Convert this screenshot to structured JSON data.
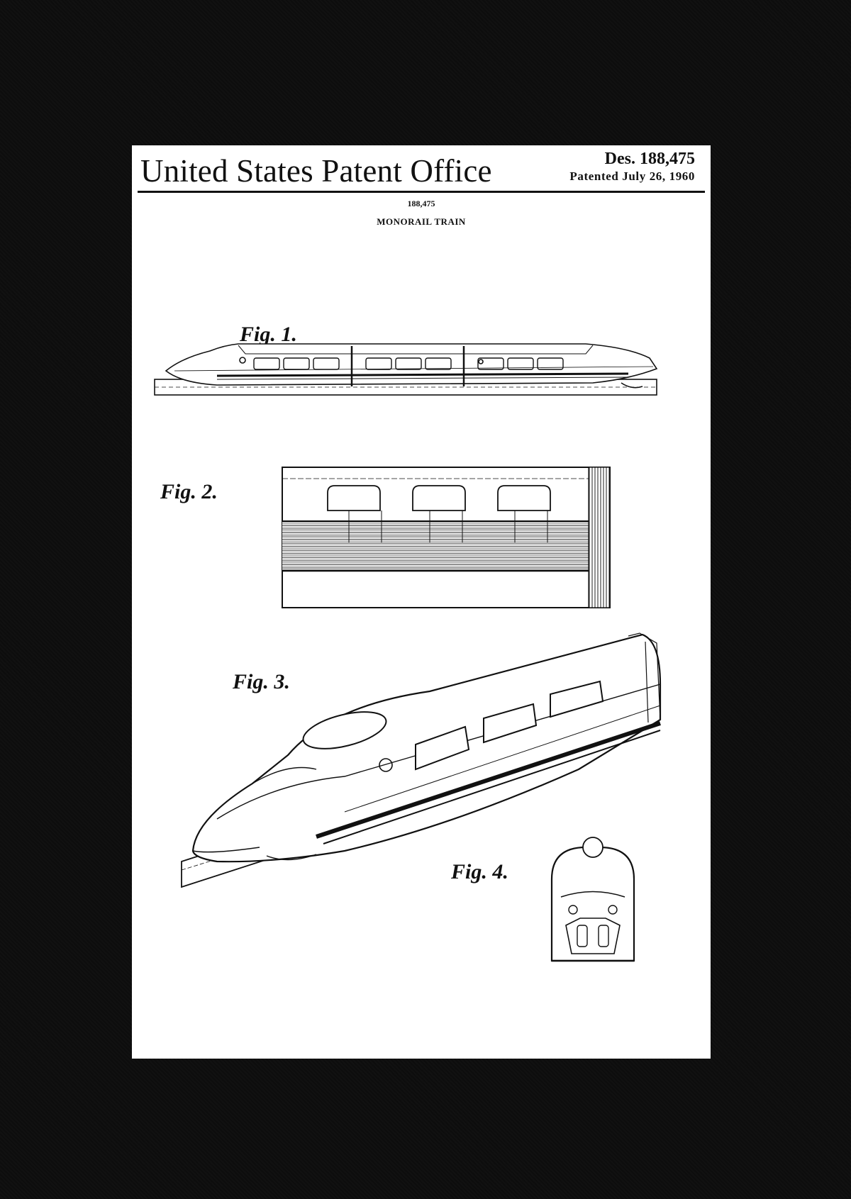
{
  "header": {
    "office": "United States Patent Office",
    "des_number": "Des. 188,475",
    "patented": "Patented July 26, 1960"
  },
  "patent": {
    "number": "188,475",
    "title": "MONORAIL TRAIN"
  },
  "figures": [
    {
      "label": "Fig. 1."
    },
    {
      "label": "Fig. 2."
    },
    {
      "label": "Fig. 3."
    },
    {
      "label": "Fig. 4."
    }
  ],
  "colors": {
    "mat": "#0b0b0b",
    "paper": "#ffffff",
    "ink": "#111111"
  }
}
